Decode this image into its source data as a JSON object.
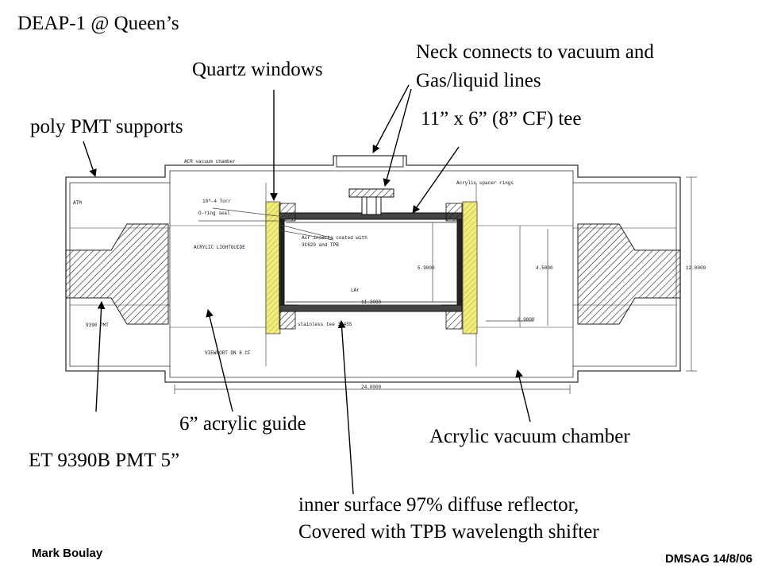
{
  "title": "DEAP-1 @ Queen’s",
  "labels": {
    "quartz_windows": "Quartz windows",
    "neck_line1": "Neck connects to vacuum and",
    "neck_line2": "Gas/liquid lines",
    "tee": "11” x 6” (8” CF) tee",
    "pmt_supports": "poly PMT supports",
    "acrylic_guide": "6” acrylic guide",
    "vacuum_chamber": "Acrylic vacuum chamber",
    "pmt": "ET 9390B PMT 5”",
    "reflector_line1": "inner surface 97% diffuse reflector,",
    "reflector_line2": "Covered with TPB wavelength shifter"
  },
  "drawing_text": {
    "acr_vacuum_chamber": "ACR vacuum chamber",
    "torr": "10^-4 Torr",
    "oring": "O-ring seal",
    "atm": "ATM",
    "acrylic_lightguide": "ACRYLIC LIGHTGUIDE",
    "pmt_9390": "9390 PMT",
    "viewport": "VIEWPORT DN 8 CF",
    "acr_inserts_1": "Acr inserts coated with",
    "acr_inserts_2": "3C620 and TPB",
    "acrylic_spacer": "Acrylic spacer rings",
    "lar": "LAr",
    "dim_11": "11.3000",
    "dim_59": "5.9000",
    "dim_45": "4.5000",
    "dim_60": "6.0000",
    "dim_12": "12.0000",
    "dim_24": "24.0000",
    "stainless": "stainless tee 304SS"
  },
  "footer": {
    "author": "Mark Boulay",
    "event": "DMSAG 14/8/06"
  }
}
